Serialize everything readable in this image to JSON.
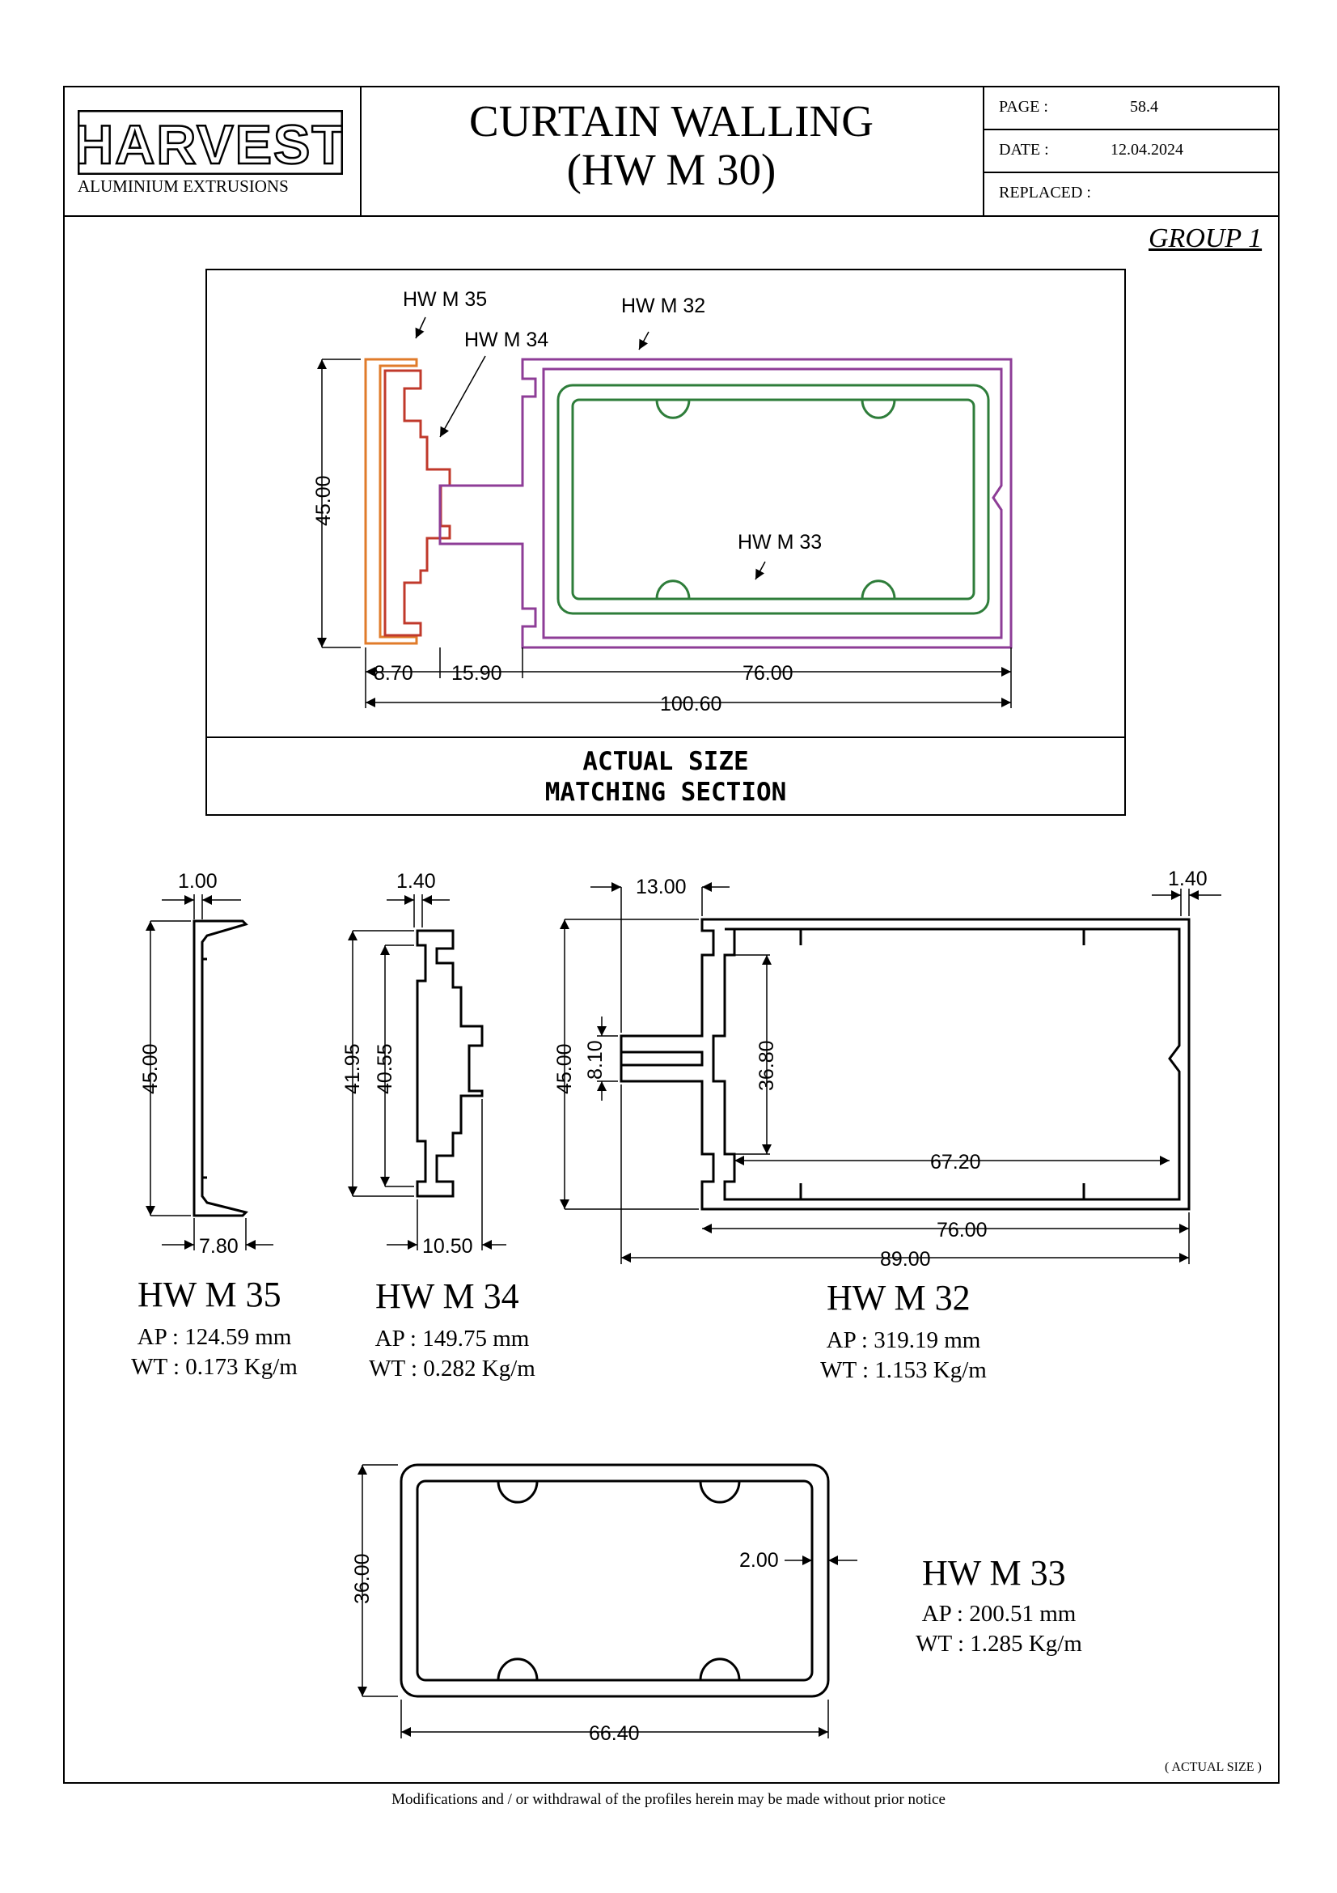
{
  "header": {
    "logo_text": "HARVEST",
    "logo_subtitle": "ALUMINIUM EXTRUSIONS",
    "title_line1": "CURTAIN WALLING",
    "title_line2": "(HW M 30)",
    "page_label": "PAGE :",
    "page_value": "58.4",
    "date_label": "DATE :",
    "date_value": "12.04.2024",
    "replaced_label": "REPLACED :",
    "replaced_value": ""
  },
  "group_label": "GROUP 1",
  "matching_section": {
    "callouts": [
      "HW M 35",
      "HW M 34",
      "HW M 32",
      "HW M 33"
    ],
    "height_dim": "45.00",
    "width_dims": [
      "8.70",
      "15.90",
      "76.00"
    ],
    "total_dim": "100.60",
    "caption_line1": "ACTUAL  SIZE",
    "caption_line2": "MATCHING  SECTION",
    "colors": {
      "hw_m_35": "#e07b2a",
      "hw_m_34": "#c0392b",
      "hw_m_32": "#8e3d97",
      "hw_m_33": "#2e7d3a"
    }
  },
  "profiles": {
    "hw_m_35": {
      "name": "HW M 35",
      "ap": "AP : 124.59 mm",
      "wt": "WT : 0.173 Kg/m",
      "dims": {
        "top": "1.00",
        "height": "45.00",
        "bottom": "7.80"
      }
    },
    "hw_m_34": {
      "name": "HW M 34",
      "ap": "AP : 149.75 mm",
      "wt": "WT : 0.282 Kg/m",
      "dims": {
        "top": "1.40",
        "h1": "41.95",
        "h2": "40.55",
        "bottom": "10.50"
      }
    },
    "hw_m_32": {
      "name": "HW M 32",
      "ap": "AP : 319.19 mm",
      "wt": "WT : 1.153 Kg/m",
      "dims": {
        "top_left": "13.00",
        "top_right": "1.40",
        "height": "45.00",
        "slot": "8.10",
        "inner_h": "36.80",
        "inner_w": "67.20",
        "w1": "76.00",
        "w2": "89.00"
      }
    },
    "hw_m_33": {
      "name": "HW M 33",
      "ap": "AP : 200.51 mm",
      "wt": "WT : 1.285 Kg/m",
      "dims": {
        "height": "36.00",
        "wall": "2.00",
        "width": "66.40"
      }
    }
  },
  "actual_size_note": "( ACTUAL SIZE )",
  "footer_note": "Modifications and / or withdrawal of the profiles herein may be made without prior notice"
}
